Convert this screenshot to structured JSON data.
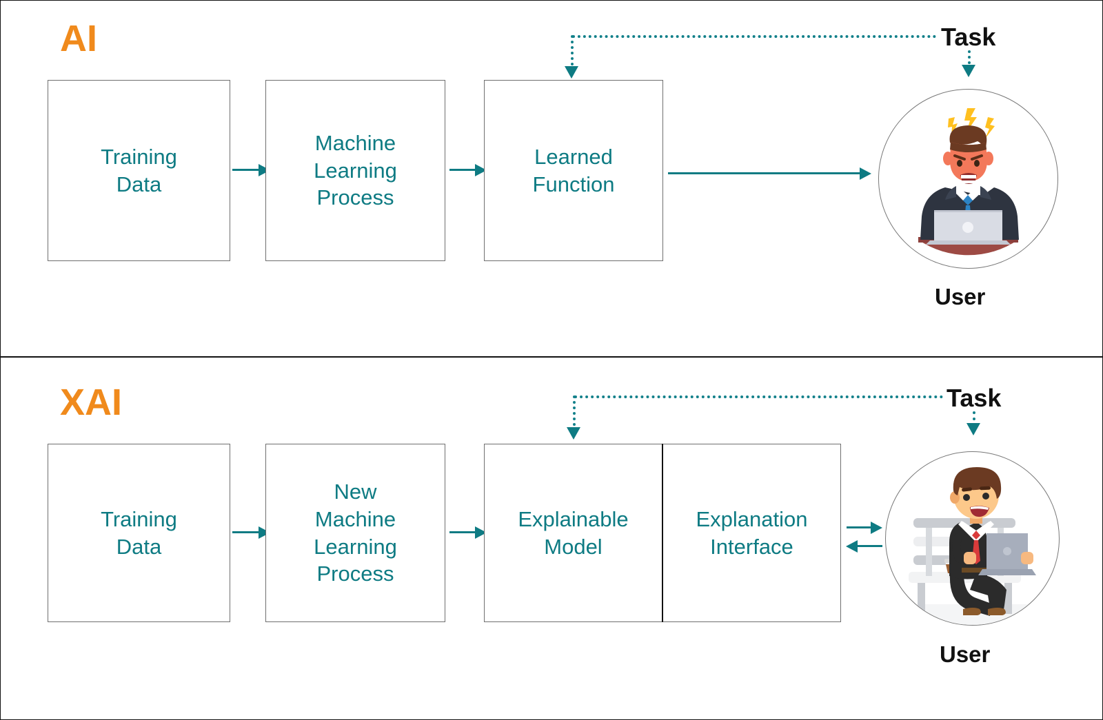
{
  "diagram": {
    "title": "AI vs XAI concept diagram",
    "colors": {
      "accent_teal": "#0E7B83",
      "label_orange": "#F08A1C",
      "box_border": "#6E6E6E",
      "text_black": "#111111"
    },
    "sections": [
      {
        "id": "ai",
        "label": "AI",
        "boxes": [
          {
            "id": "training-data",
            "lines": [
              "Training",
              "Data"
            ]
          },
          {
            "id": "machine-learning-process",
            "lines": [
              "Machine",
              "Learning",
              "Process"
            ]
          },
          {
            "id": "learned-function",
            "lines": [
              "Learned",
              "Function"
            ]
          }
        ],
        "task_label": "Task",
        "user_label": "User",
        "user_mood": "frustrated-user-at-desk",
        "connections": [
          {
            "from": "training-data",
            "to": "machine-learning-process",
            "style": "solid",
            "direction": "right"
          },
          {
            "from": "machine-learning-process",
            "to": "learned-function",
            "style": "solid",
            "direction": "right"
          },
          {
            "from": "learned-function",
            "to": "user",
            "style": "solid",
            "direction": "right"
          },
          {
            "from": "task",
            "to": "learned-function",
            "style": "dotted",
            "direction": "down"
          },
          {
            "from": "task",
            "to": "user",
            "style": "dotted",
            "direction": "down"
          }
        ]
      },
      {
        "id": "xai",
        "label": "XAI",
        "boxes": [
          {
            "id": "training-data",
            "lines": [
              "Training",
              "Data"
            ]
          },
          {
            "id": "new-machine-learning-process",
            "lines": [
              "New",
              "Machine",
              "Learning",
              "Process"
            ]
          },
          {
            "id": "explainable-model",
            "lines": [
              "Explainable",
              "Model"
            ]
          },
          {
            "id": "explanation-interface",
            "lines": [
              "Explanation",
              "Interface"
            ]
          }
        ],
        "task_label": "Task",
        "user_label": "User",
        "user_mood": "happy-user-on-bench",
        "connections": [
          {
            "from": "training-data",
            "to": "new-machine-learning-process",
            "style": "solid",
            "direction": "right"
          },
          {
            "from": "new-machine-learning-process",
            "to": "explainable-model",
            "style": "solid",
            "direction": "right"
          },
          {
            "from": "explanation-interface",
            "to": "user",
            "style": "solid",
            "direction": "right"
          },
          {
            "from": "user",
            "to": "explanation-interface",
            "style": "solid",
            "direction": "left"
          },
          {
            "from": "task",
            "to": "explainable-model",
            "style": "dotted",
            "direction": "down"
          },
          {
            "from": "task",
            "to": "user",
            "style": "dotted",
            "direction": "down"
          }
        ]
      }
    ]
  }
}
